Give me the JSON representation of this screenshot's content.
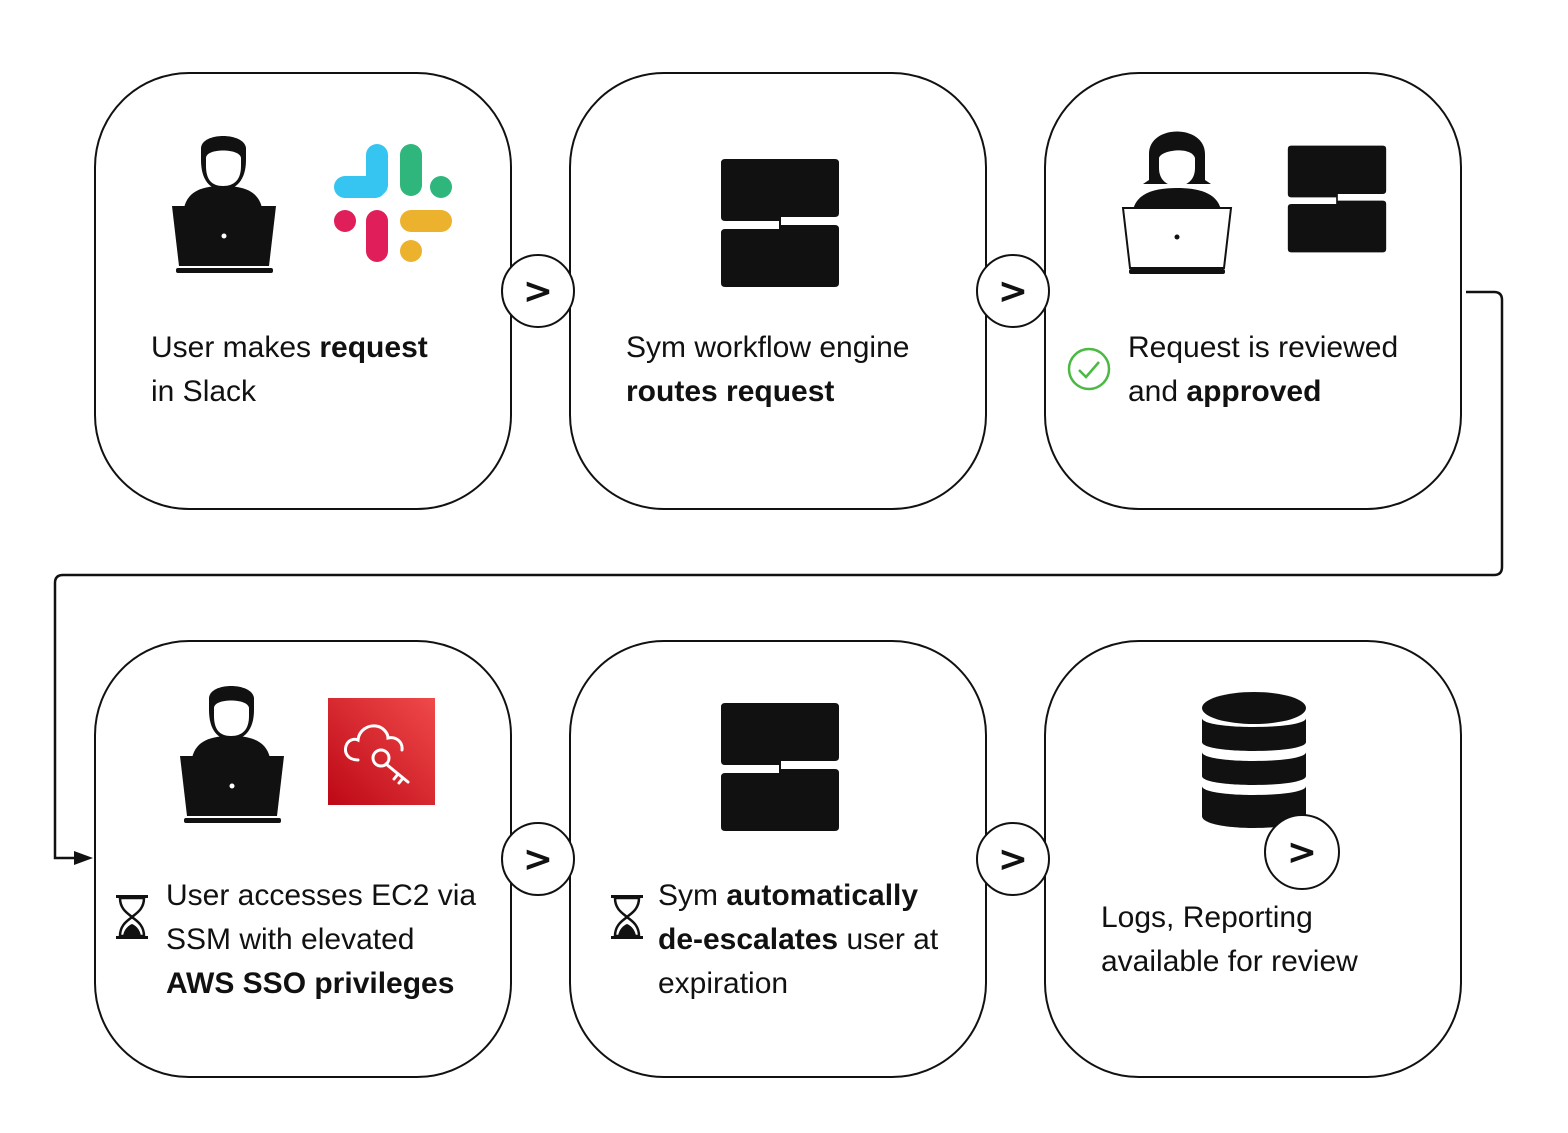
{
  "colors": {
    "stroke": "#111111",
    "check": "#4cb944",
    "aws_red": "#d6242d",
    "slack": [
      "#36c5f0",
      "#2eb67d",
      "#ecb22e",
      "#e01e5a"
    ]
  },
  "steps": [
    {
      "id": "request",
      "icons": [
        "user-laptop-icon",
        "slack-logo-icon"
      ],
      "lines": [
        {
          "normal": "User makes ",
          "bold": "request"
        },
        {
          "normal": "in Slack",
          "bold": ""
        }
      ]
    },
    {
      "id": "route",
      "icons": [
        "sym-logo-icon"
      ],
      "lines": [
        {
          "normal": "Sym workflow engine",
          "bold": ""
        },
        {
          "normal": "",
          "bold": "routes request"
        }
      ]
    },
    {
      "id": "approve",
      "icons": [
        "reviewer-laptop-icon",
        "sym-logo-icon",
        "check-circle-icon"
      ],
      "lines": [
        {
          "normal": "Request is reviewed",
          "bold": ""
        },
        {
          "normal": "and ",
          "bold": "approved"
        }
      ]
    },
    {
      "id": "access",
      "icons": [
        "user-laptop-icon",
        "aws-iam-identity-center-icon",
        "hourglass-icon"
      ],
      "lines": [
        {
          "normal": "User accesses EC2 via",
          "bold": ""
        },
        {
          "normal": "SSM with elevated",
          "bold": ""
        },
        {
          "normal": "",
          "bold": "AWS SSO privileges"
        }
      ]
    },
    {
      "id": "deescalate",
      "icons": [
        "sym-logo-icon",
        "hourglass-icon"
      ],
      "lines": [
        {
          "normal": "Sym ",
          "bold": "automatically"
        },
        {
          "normal": "",
          "bold": "de-escalates",
          "after": " user at"
        },
        {
          "normal": "expiration",
          "bold": ""
        }
      ]
    },
    {
      "id": "logs",
      "icons": [
        "database-icon"
      ],
      "lines": [
        {
          "normal": "Logs, Reporting",
          "bold": ""
        },
        {
          "normal": "available for review",
          "bold": ""
        }
      ]
    }
  ],
  "arrow_label": ">"
}
